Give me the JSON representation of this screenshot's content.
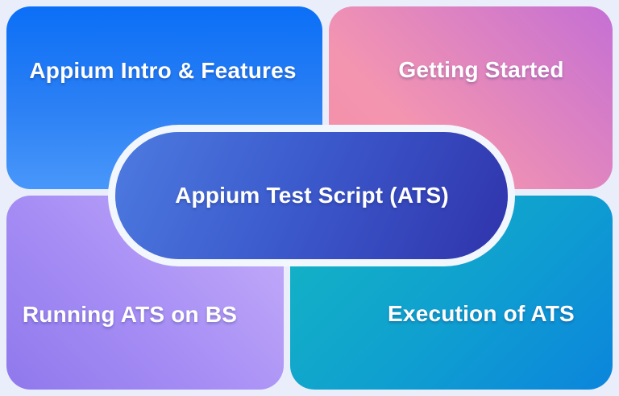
{
  "canvas": {
    "background_color": "#e9eefa",
    "ring_color": "#f2f6fd",
    "text_color": "#ffffff"
  },
  "nodes": {
    "intro": {
      "label": "Appium Intro & Features",
      "gradient_start": "#0b6ff6",
      "gradient_end": "#4897fa"
    },
    "getting_started": {
      "label": "Getting Started",
      "gradient_start": "#f38da6",
      "gradient_end": "#c56fd4"
    },
    "ats": {
      "label": "Appium Test Script (ATS)",
      "gradient_start": "#4d7be0",
      "gradient_end": "#3033ab"
    },
    "running": {
      "label": "Running ATS on BS",
      "gradient_start": "#8f78ec",
      "gradient_end": "#c6b0f9"
    },
    "execution": {
      "label": "Execution of ATS",
      "gradient_start": "#14b6c3",
      "gradient_end": "#0c85dc"
    }
  }
}
